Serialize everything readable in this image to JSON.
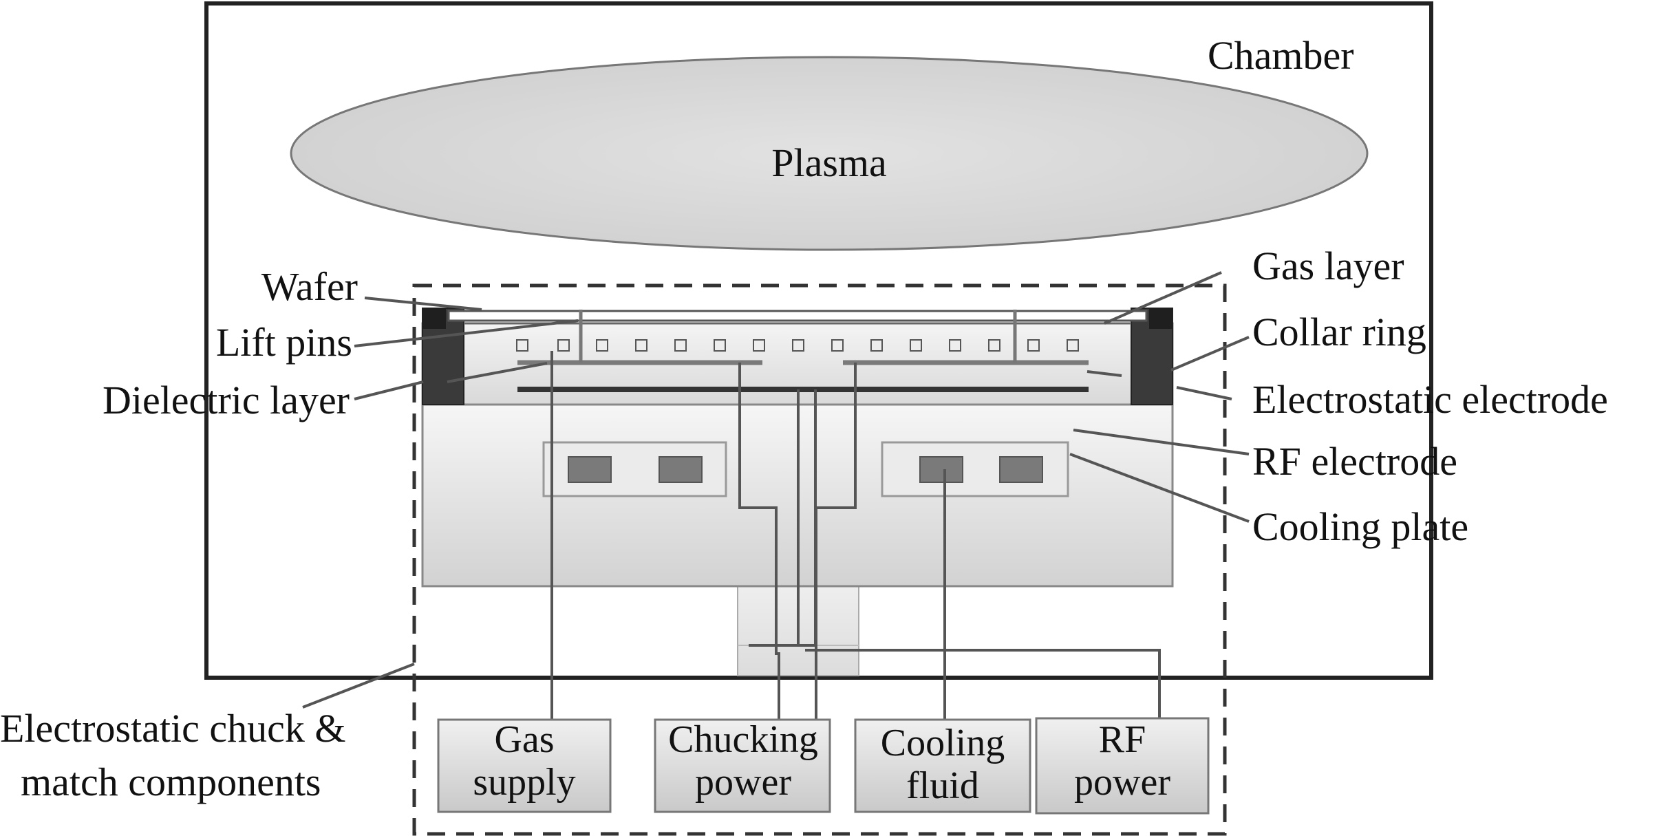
{
  "labels": {
    "chamber": "Chamber",
    "plasma": "Plasma",
    "wafer": "Wafer",
    "lift_pins": "Lift pins",
    "dielectric_layer": "Dielectric layer",
    "gas_layer": "Gas layer",
    "collar_ring": "Collar ring",
    "electrostatic_electrode": "Electrostatic electrode",
    "rf_electrode": "RF electrode",
    "cooling_plate": "Cooling plate",
    "esc_match_line1": "Electrostatic chuck &",
    "esc_match_line2": "match components"
  },
  "components": {
    "gas_supply": [
      "Gas",
      "supply"
    ],
    "chucking_power": [
      "Chucking",
      "power"
    ],
    "cooling_fluid": [
      "Cooling",
      "fluid"
    ],
    "rf_power": [
      "RF",
      "power"
    ]
  }
}
